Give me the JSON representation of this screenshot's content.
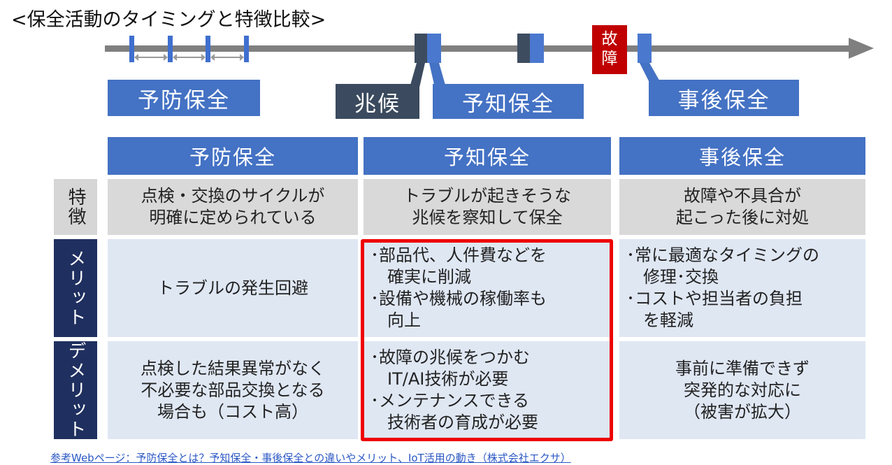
{
  "title": "<保全活動のタイミングと特徴比較>",
  "timeline": {
    "fault_label": [
      "故",
      "障"
    ],
    "labels": {
      "preventive": "予防保全",
      "sign": "兆候",
      "predictive": "予知保全",
      "breakdown": "事後保全"
    }
  },
  "table": {
    "headers": [
      "予防保全",
      "予知保全",
      "事後保全"
    ],
    "rows": [
      {
        "label": "特徴",
        "cells": [
          [
            "点検・交換のサイクルが",
            "明確に定められている"
          ],
          [
            "トラブルが起きそうな",
            "兆候を察知して保全"
          ],
          [
            "故障や不具合が",
            "起こった後に対処"
          ]
        ]
      },
      {
        "label": "メリット",
        "cells": [
          [
            "トラブルの発生回避"
          ],
          [
            "･部品代、人件費などを",
            "　確実に削減",
            "･設備や機械の稼働率も",
            "　向上"
          ],
          [
            "･常に最適なタイミングの",
            "　修理･交換",
            "･コストや担当者の負担",
            "　を軽減"
          ]
        ]
      },
      {
        "label": "デメリット",
        "cells": [
          [
            "点検した結果異常がなく",
            "不必要な部品交換となる",
            "場合も（コスト高）"
          ],
          [
            "･故障の兆候をつかむ",
            "　IT/AI技術が必要",
            "･メンテナンスできる",
            "　技術者の育成が必要"
          ],
          [
            "事前に準備できず",
            "突発的な対応に",
            "（被害が拡大）"
          ]
        ]
      }
    ]
  },
  "reference": "参考Webページ：予防保全とは？予知保全・事後保全との違いやメリット、IoT活用の動き（株式会社エクサ）",
  "colors": {
    "header_blue": "#4472c4",
    "navy": "#1f2f5f",
    "highlight_red": "#ee0000",
    "fault_red": "#c00000"
  }
}
